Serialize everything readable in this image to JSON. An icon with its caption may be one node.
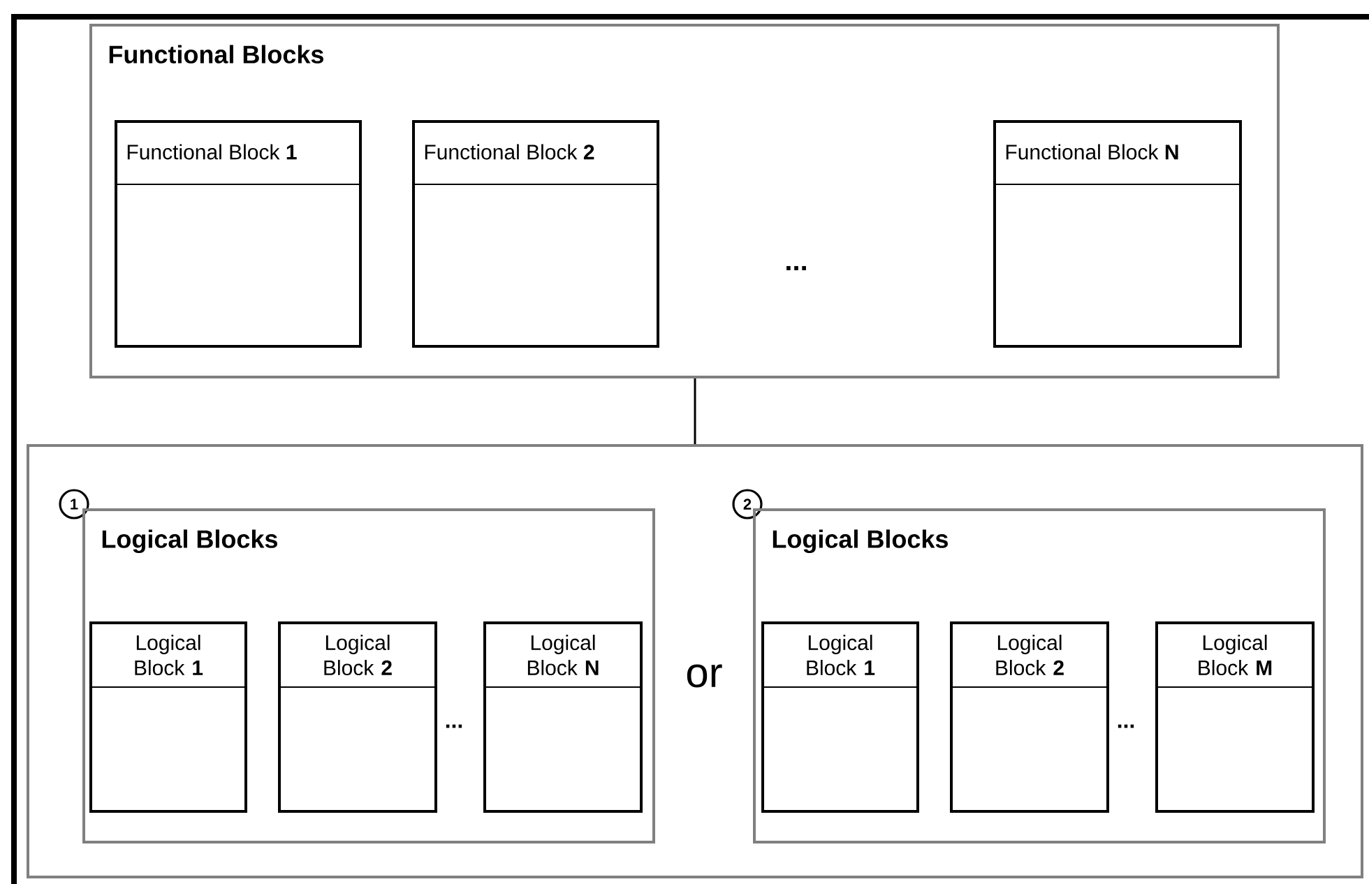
{
  "diagram": {
    "nodes": [
      {
        "text": [
          "Functional Blocks"
        ]
      },
      {
        "text": [
          "Functional Block **1**"
        ],
        "in": 0
      },
      {
        "text": [
          "Functional Block **2**"
        ],
        "in": 0
      },
      {
        "text": [
          "Functional Block **N**"
        ],
        "in": 0
      },
      {
        "text": [
          "or"
        ]
      },
      {
        "text": [
          "1"
        ],
        "in": 4
      },
      {
        "text": [
          "Logical Blocks"
        ],
        "in": 4
      },
      {
        "text": [
          "Logical Block **1**"
        ],
        "in": 6
      },
      {
        "text": [
          "Logical Block **2**"
        ],
        "in": 6
      },
      {
        "text": [
          "Logical Block **N**"
        ],
        "in": 6
      },
      {
        "text": [
          "2"
        ],
        "in": 4
      },
      {
        "text": [
          "Logical Blocks"
        ],
        "in": 4
      },
      {
        "text": [
          "Logical Block **1**"
        ],
        "in": 11
      },
      {
        "text": [
          "Logical Block **2**"
        ],
        "in": 11
      },
      {
        "text": [
          "Logical Block **M**"
        ],
        "in": 11
      }
    ],
    "edges": [
      {
        "from": 0,
        "to": 4,
        "arrow": "none"
      }
    ],
    "labels": [
      "...",
      "...",
      "..."
    ]
  }
}
